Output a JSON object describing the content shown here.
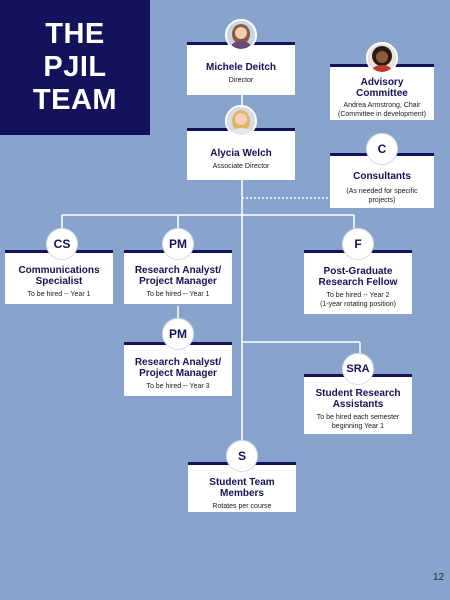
{
  "title": {
    "line1": "THE",
    "line2": "PJIL",
    "line3": "TEAM"
  },
  "nodes": {
    "deitch": {
      "name": "Michele Deitch",
      "desc": "Director"
    },
    "welch": {
      "name": "Alycia Welch",
      "desc": "Associate Director"
    },
    "advisory": {
      "name1": "Advisory",
      "name2": "Committee",
      "desc1": "Andrea Armstrong, Chair",
      "desc2": "(Committee in development)"
    },
    "consultants": {
      "initials": "C",
      "name": "Consultants",
      "desc1": "(As needed for specific",
      "desc2": "projects)"
    },
    "comms": {
      "initials": "CS",
      "name1": "Communications",
      "name2": "Specialist",
      "desc": "To be hired -- Year 1"
    },
    "pm1": {
      "initials": "PM",
      "name1": "Research Analyst/",
      "name2": "Project Manager",
      "desc": "To be hired -- Year 1"
    },
    "pm2": {
      "initials": "PM",
      "name1": "Research Analyst/",
      "name2": "Project Manager",
      "desc": "To be hired -- Year 3"
    },
    "fellow": {
      "initials": "F",
      "name1": "Post-Graduate",
      "name2": "Research Fellow",
      "desc1": "To be hired -- Year 2",
      "desc2": "(1-year rotating position)"
    },
    "sra": {
      "initials": "SRA",
      "name1": "Student Research",
      "name2": "Assistants",
      "desc1": "To be hired each semester",
      "desc2": "beginning Year 1"
    },
    "team": {
      "initials": "S",
      "name1": "Student Team",
      "name2": "Members",
      "desc": "Rotates per course"
    }
  },
  "page_number": "12"
}
